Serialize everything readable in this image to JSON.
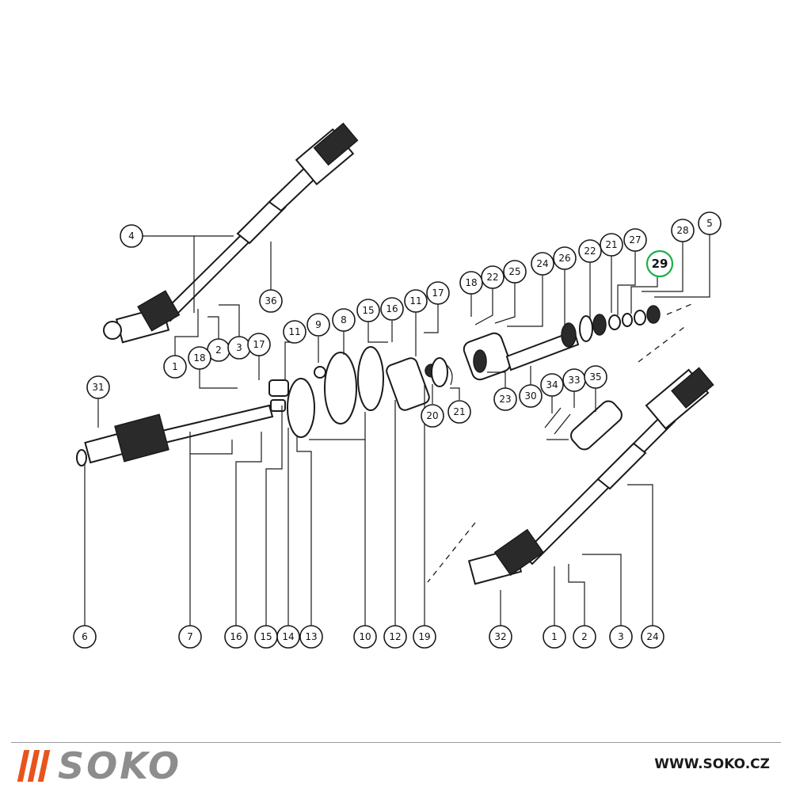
{
  "diagram": {
    "highlighted_callout": "29",
    "highlight_color": "#1db04a",
    "callouts": [
      "4",
      "36",
      "1",
      "2",
      "3",
      "17",
      "18",
      "31",
      "11",
      "9",
      "8",
      "15",
      "16",
      "11",
      "17",
      "18",
      "22",
      "25",
      "24",
      "26",
      "22",
      "21",
      "27",
      "29",
      "28",
      "5",
      "20",
      "21",
      "23",
      "30",
      "34",
      "33",
      "35",
      "6",
      "7",
      "16",
      "15",
      "14",
      "13",
      "10",
      "12",
      "19",
      "32",
      "1",
      "2",
      "3",
      "24"
    ]
  },
  "footer": {
    "brand": "SOKO",
    "brand_color": "#8d8d8d",
    "accent_color": "#e8531d",
    "website": "WWW.SOKO.CZ"
  }
}
